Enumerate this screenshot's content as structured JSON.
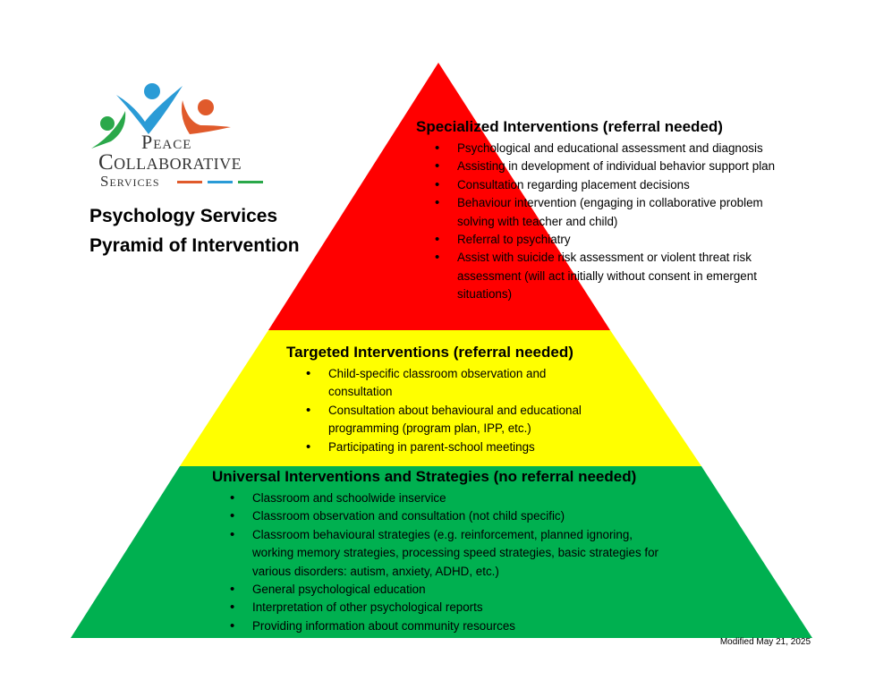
{
  "logo": {
    "line1": "Peace",
    "line2": "Collaborative",
    "line3": "Services",
    "colors": {
      "green": "#2aa84a",
      "blue": "#2a9bd6",
      "orange": "#e05a2b",
      "text": "#333333"
    }
  },
  "title": {
    "line1": "Psychology Services",
    "line2": "Pyramid of Intervention"
  },
  "pyramid": {
    "colors": {
      "top": "#ff0000",
      "middle": "#ffff00",
      "bottom": "#00b050"
    },
    "specialized": {
      "heading": "Specialized Interventions (referral needed)",
      "items": [
        "Psychological and educational assessment and diagnosis",
        "Assisting in development of individual behavior support plan",
        "Consultation regarding placement decisions",
        "Behaviour intervention (engaging in collaborative problem solving with teacher and child)",
        "Referral to psychiatry",
        "Assist with suicide risk assessment or violent threat risk assessment (will act initially without consent in emergent situations)"
      ]
    },
    "targeted": {
      "heading": "Targeted Interventions (referral needed)",
      "items": [
        "Child-specific classroom observation and consultation",
        "Consultation about behavioural and educational programming (program plan, IPP, etc.)",
        "Participating in parent-school meetings"
      ]
    },
    "universal": {
      "heading": "Universal Interventions and Strategies (no referral needed)",
      "items": [
        "Classroom and schoolwide inservice",
        "Classroom observation and consultation (not child specific)",
        "Classroom behavioural strategies (e.g. reinforcement, planned ignoring, working memory strategies, processing speed strategies, basic strategies for various disorders: autism, anxiety, ADHD, etc.)",
        "General psychological education",
        "Interpretation of other psychological reports",
        "Providing information about community resources"
      ]
    }
  },
  "footer": {
    "modified": "Modified May 21, 2025"
  }
}
